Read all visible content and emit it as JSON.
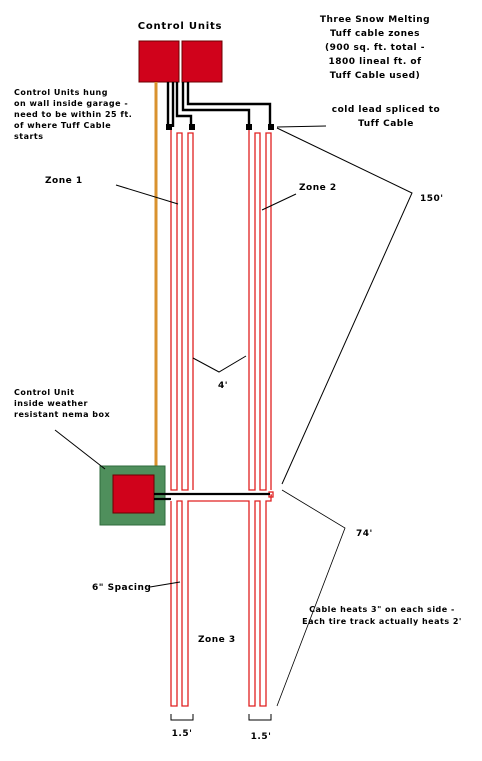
{
  "header": {
    "control_units_label": "Control Units",
    "title_lines": [
      "Three Snow Melting",
      "Tuff cable zones",
      "(900 sq. ft. total -",
      "1800 lineal ft. of",
      "Tuff Cable used)"
    ]
  },
  "notes": {
    "garage_note_lines": [
      "Control Units hung",
      "on wall inside garage -",
      "need to be within 25 ft.",
      "of where Tuff Cable",
      "starts"
    ],
    "cold_lead_lines": [
      "cold lead spliced to",
      "Tuff Cable"
    ],
    "nema_note_lines": [
      "Control Unit",
      "inside weather",
      "resistant nema box"
    ],
    "cable_heats_lines": [
      "Cable heats 3\" on each side -",
      "Each tire track actually heats 2'"
    ]
  },
  "zones": {
    "zone1": "Zone 1",
    "zone2": "Zone 2",
    "zone3": "Zone 3"
  },
  "dimensions": {
    "length_upper": "150'",
    "length_lower": "74'",
    "gap": "4'",
    "spacing": "6\" Spacing",
    "track_width_left": "1.5'",
    "track_width_right": "1.5'"
  },
  "colors": {
    "control_red": "#d0021b",
    "cable_red": "#e02020",
    "nema_green": "#4f8f5c",
    "conduit_orange": "#d9922e",
    "lead_black": "#000000"
  }
}
